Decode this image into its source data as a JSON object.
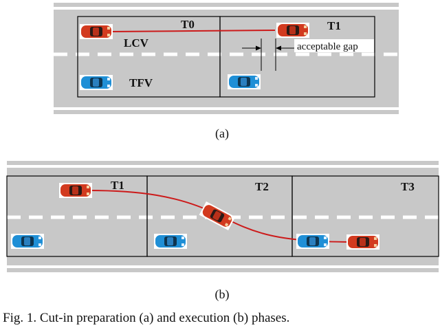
{
  "diagram_a": {
    "phase_labels": [
      "T0",
      "T1"
    ],
    "vehicle_labels": {
      "lcv": "LCV",
      "tfv": "TFV"
    },
    "gap_label": "acceptable gap",
    "subfigure_label": "(a)",
    "colors": {
      "lane_changing_car": "#d23a1f",
      "following_car": "#1f8fd6",
      "trajectory": "#cc1a1a",
      "road": "#c8c8c8"
    }
  },
  "diagram_b": {
    "phase_labels": [
      "T1",
      "T2",
      "T3"
    ],
    "subfigure_label": "(b)"
  },
  "caption": "Fig. 1. Cut-in preparation (a) and execution (b) phases."
}
